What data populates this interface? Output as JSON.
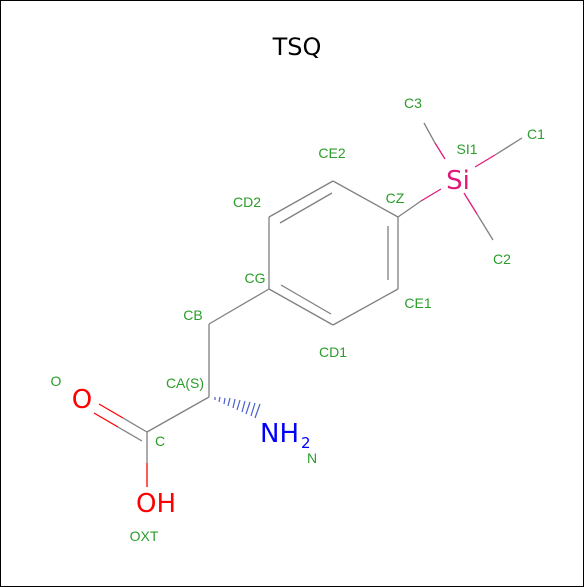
{
  "title": "TSQ",
  "colors": {
    "label": "#2a9d2a",
    "bond": "#808080",
    "oxygen": "#ff0000",
    "nitrogen": "#0000ff",
    "silicon": "#e0187a"
  },
  "atom_names": {
    "c3": "C3",
    "si1": "SI1",
    "c1": "C1",
    "ce2": "CE2",
    "cd2": "CD2",
    "cz": "CZ",
    "c2": "C2",
    "cg": "CG",
    "ce1": "CE1",
    "cb": "CB",
    "cd1": "CD1",
    "o": "O",
    "ca": "CA(S)",
    "c": "C",
    "n": "N",
    "oxt": "OXT"
  },
  "element_symbols": {
    "si": "Si",
    "o": "O",
    "nh": "NH",
    "nh_sub": "2",
    "oh": "OH"
  }
}
